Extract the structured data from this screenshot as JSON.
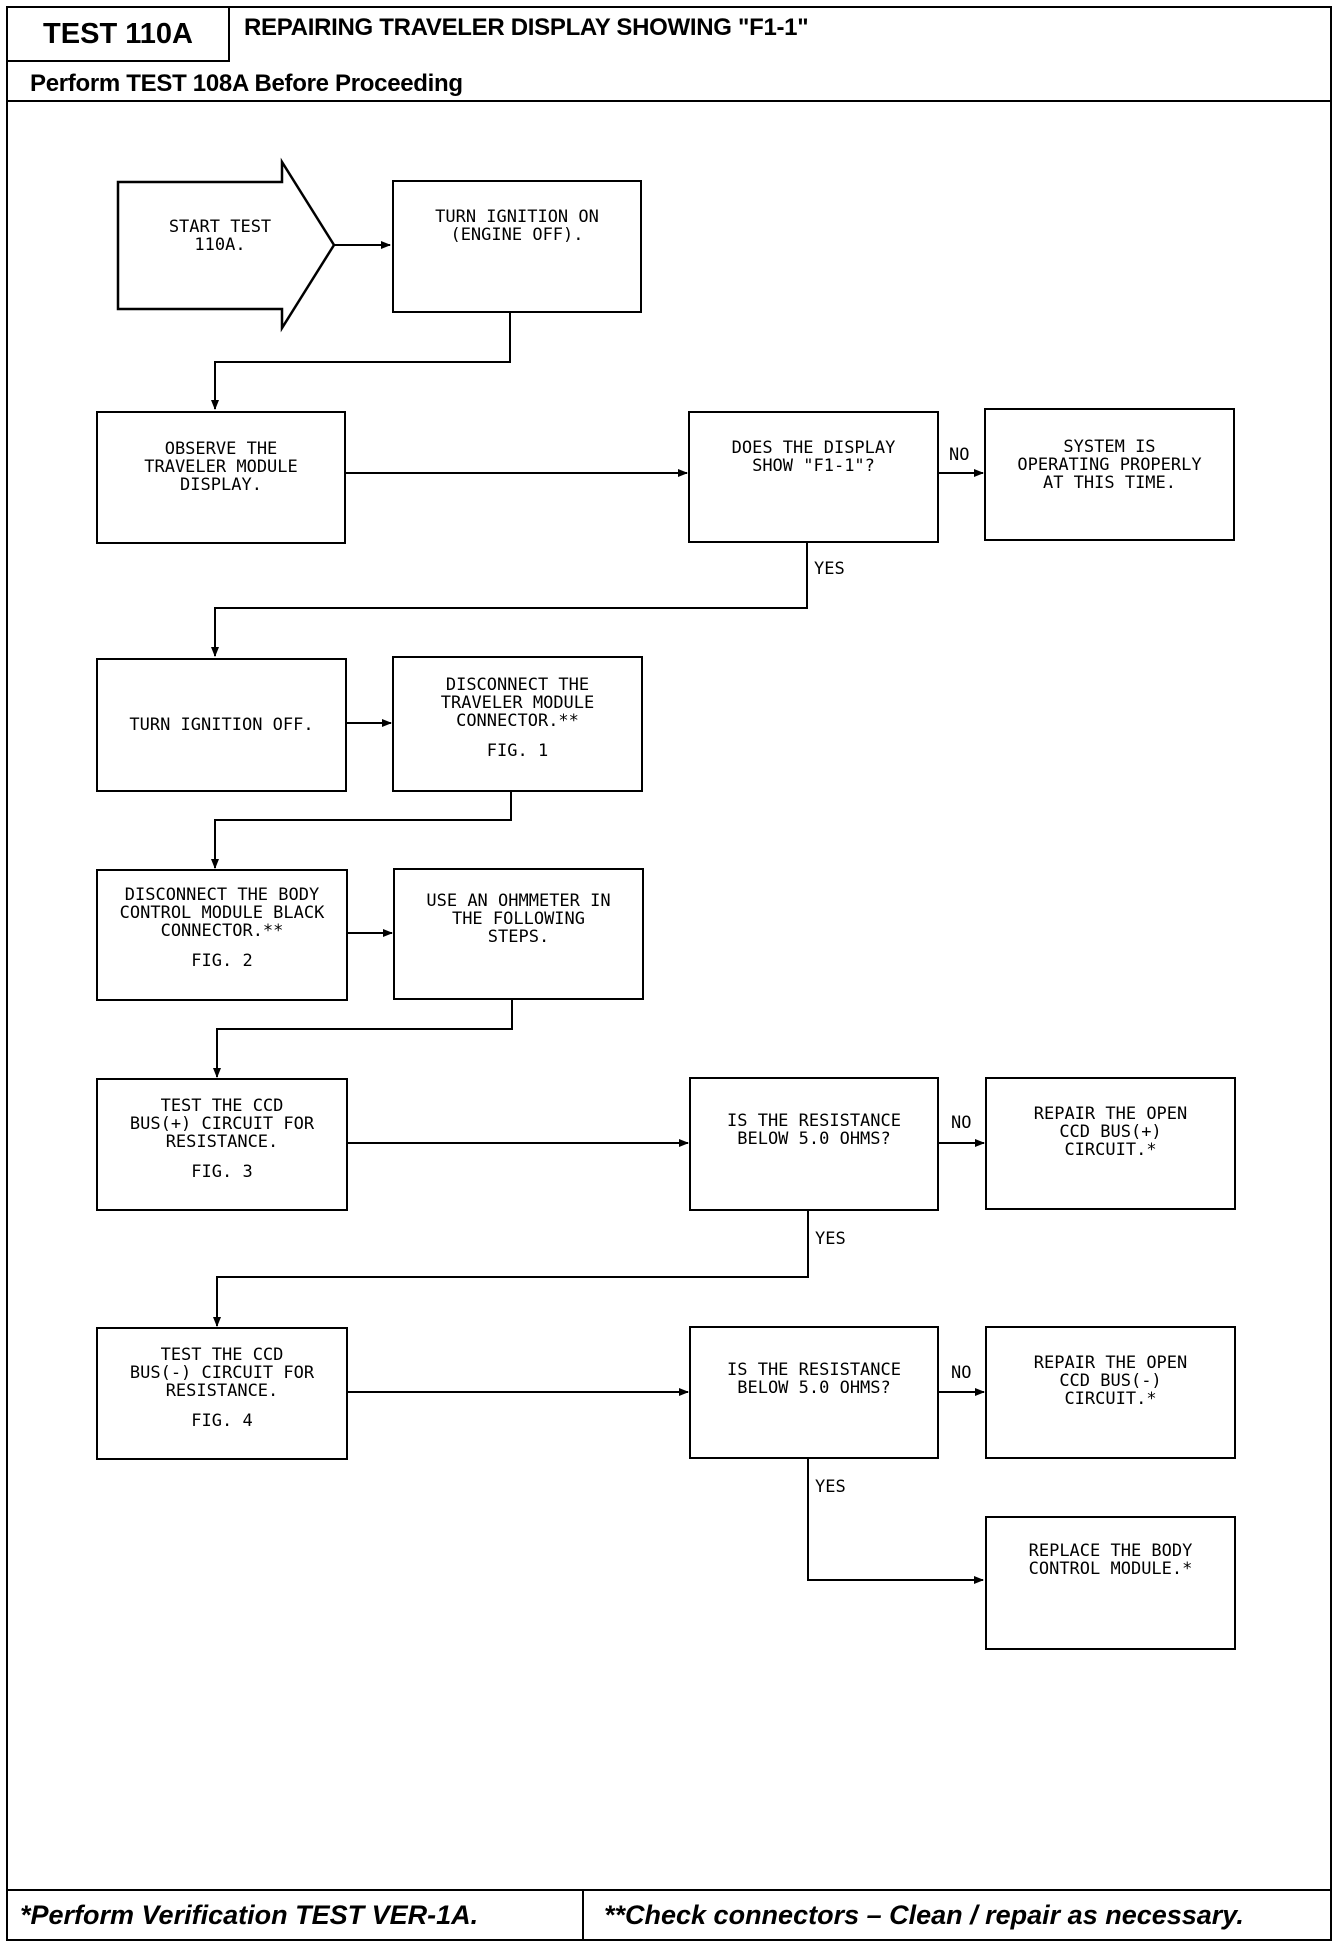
{
  "header": {
    "test_id": "TEST 110A",
    "title": "REPAIRING TRAVELER DISPLAY SHOWING \"F1-1\"",
    "prerequisite": "Perform TEST 108A Before Proceeding"
  },
  "steps": {
    "start": "START TEST\n110A.",
    "ignition_on": "TURN IGNITION ON\n(ENGINE OFF).",
    "observe": "OBSERVE THE\nTRAVELER MODULE\nDISPLAY.",
    "q_display": "DOES THE DISPLAY\nSHOW \"F1-1\"?",
    "ok": "SYSTEM IS\nOPERATING PROPERLY\nAT THIS TIME.",
    "ignition_off": "TURN IGNITION OFF.",
    "disc_traveler": "DISCONNECT THE\nTRAVELER MODULE\nCONNECTOR.**",
    "disc_traveler_fig": "FIG. 1",
    "disc_body": "DISCONNECT THE BODY\nCONTROL MODULE BLACK\nCONNECTOR.**",
    "disc_body_fig": "FIG. 2",
    "ohmmeter": "USE AN OHMMETER IN\nTHE FOLLOWING\nSTEPS.",
    "test_plus": "TEST THE CCD\nBUS(+) CIRCUIT FOR\nRESISTANCE.",
    "test_plus_fig": "FIG. 3",
    "q_res_plus": "IS THE RESISTANCE\nBELOW 5.0 OHMS?",
    "repair_plus": "REPAIR THE OPEN\nCCD BUS(+)\nCIRCUIT.*",
    "test_minus": "TEST THE CCD\nBUS(-) CIRCUIT FOR\nRESISTANCE.",
    "test_minus_fig": "FIG. 4",
    "q_res_minus": "IS THE RESISTANCE\nBELOW 5.0 OHMS?",
    "repair_minus": "REPAIR THE OPEN\nCCD BUS(-)\nCIRCUIT.*",
    "replace": "REPLACE THE BODY\nCONTROL MODULE.*"
  },
  "labels": {
    "no1": "NO",
    "yes1": "YES",
    "no2": "NO",
    "yes2": "YES",
    "no3": "NO",
    "yes3": "YES"
  },
  "footer": {
    "left": "*Perform Verification TEST VER-1A.",
    "right": "**Check connectors – Clean / repair as necessary."
  }
}
